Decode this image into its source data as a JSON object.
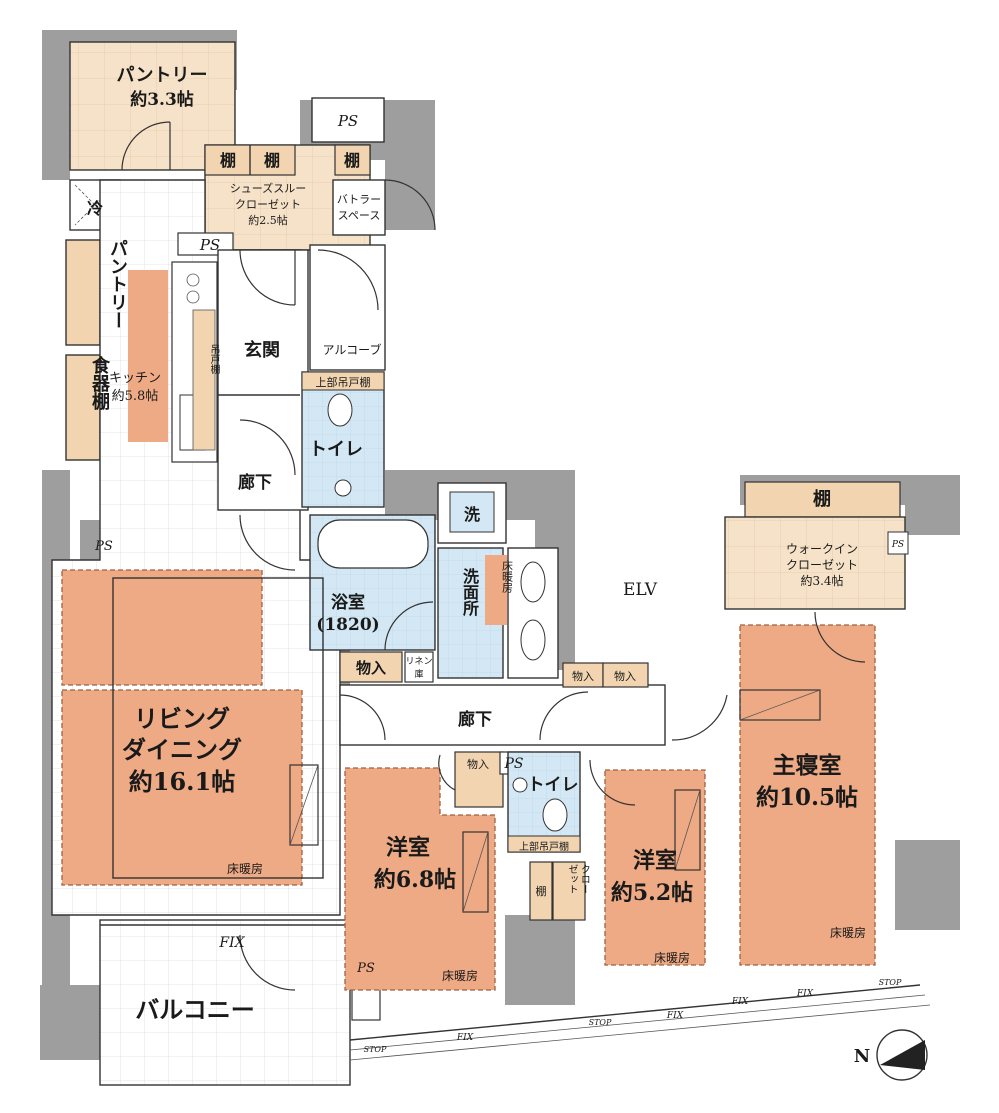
{
  "rooms": {
    "pantry_top": "パントリー",
    "pantry_top_size": "約3.3帖",
    "ps_top": "PS",
    "shelf_1": "棚",
    "shelf_2": "棚",
    "shelf_3": "棚",
    "shoes_closet_1": "シューズスルー",
    "shoes_closet_2": "クローゼット",
    "shoes_closet_size": "約2.5帖",
    "butler_1": "バトラー",
    "butler_2": "スペース",
    "fridge": "冷",
    "ps_2": "PS",
    "pantry_side": "パントリー",
    "kitchen": "キッチン",
    "kitchen_size": "約5.8帖",
    "hanging_cabinet": "吊戸棚",
    "dish_shelf": "食器棚",
    "entrance": "玄関",
    "alcove": "アルコーブ",
    "upper_hanging_1": "上部吊戸棚",
    "toilet_1": "トイレ",
    "hallway_1": "廊下",
    "ps_3": "PS",
    "wash": "洗",
    "bath": "浴室",
    "bath_size": "(1820)",
    "washroom": "洗面所",
    "floor_heat_small": "床暖房",
    "elv": "ELV",
    "shelf_wic": "棚",
    "wic_1": "ウォークイン",
    "wic_2": "クローゼット",
    "wic_size": "約3.4帖",
    "ps_wic": "PS",
    "storage_1": "物入",
    "linen_1": "リネン",
    "linen_2": "庫",
    "storage_2": "物入",
    "storage_3": "物入",
    "hallway_2": "廊下",
    "living_1": "リビング",
    "living_2": "ダイニング",
    "living_size": "約16.1帖",
    "floor_heat_living": "床暖房",
    "storage_4": "物入",
    "ps_4": "PS",
    "toilet_2": "トイレ",
    "upper_hanging_2": "上部吊戸棚",
    "western_1": "洋室",
    "western_1_size": "約6.8帖",
    "floor_heat_w1": "床暖房",
    "shelf_small": "棚",
    "closet_1": "クロー",
    "closet_2": "ゼット",
    "western_2": "洋室",
    "western_2_size": "約5.2帖",
    "floor_heat_w2": "床暖房",
    "master": "主寝室",
    "master_size": "約10.5帖",
    "floor_heat_master": "床暖房",
    "fix_balcony": "FIX",
    "ps_balcony": "PS",
    "balcony": "バルコニー",
    "fix_1": "FIX",
    "fix_2": "FIX",
    "fix_3": "FIX",
    "fix_4": "FIX",
    "stop_1": "STOP",
    "stop_2": "STOP",
    "stop_3": "STOP",
    "north": "N"
  },
  "colors": {
    "wall": "#9e9e9e",
    "wood_floor": "#f6e2c8",
    "floor_heating": "#eeaa85",
    "wet_area": "#d3e8f4",
    "tile": "#ffffff"
  }
}
